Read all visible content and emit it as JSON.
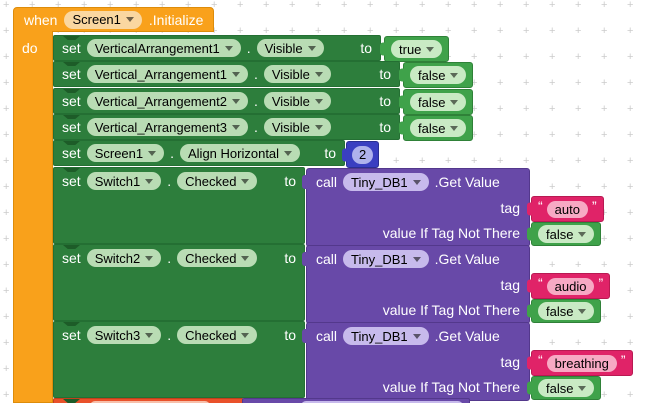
{
  "grid": {
    "glyph": "+"
  },
  "colors": {
    "event_orange": "#F9A11B",
    "setter_green": "#2D7E3C",
    "logic_green": "#3FA24A",
    "math_blue": "#3A3FC1",
    "call_purple": "#6849A8",
    "text_pink": "#E02368",
    "next_red": "#E9512A"
  },
  "quotes": {
    "open": "“",
    "close": "”"
  },
  "when_block": {
    "keyword": "when",
    "component": "Screen1",
    "event": ".Initialize",
    "do_label": "do"
  },
  "set_rows": [
    {
      "keyword": "set",
      "component": "VerticalArrangement1",
      "separator": ".",
      "property": "Visible",
      "to": "to",
      "value": "true"
    },
    {
      "keyword": "set",
      "component": "Vertical_Arrangement1",
      "separator": ".",
      "property": "Visible",
      "to": "to",
      "value": "false"
    },
    {
      "keyword": "set",
      "component": "Vertical_Arrangement2",
      "separator": ".",
      "property": "Visible",
      "to": "to",
      "value": "false"
    },
    {
      "keyword": "set",
      "component": "Vertical_Arrangement3",
      "separator": ".",
      "property": "Visible",
      "to": "to",
      "value": "false"
    },
    {
      "keyword": "set",
      "component": "Screen1",
      "separator": ".",
      "property": "Align Horizontal",
      "to": "to",
      "value": "2"
    }
  ],
  "switch_rows": [
    {
      "keyword": "set",
      "component": "Switch1",
      "separator": ".",
      "property": "Checked",
      "to": "to",
      "call": "call",
      "db_component": "Tiny_DB1",
      "method": ".Get Value",
      "tag_label": "tag",
      "tag_text": "auto",
      "fallback_label": "value If Tag Not There",
      "fallback_value": "false"
    },
    {
      "keyword": "set",
      "component": "Switch2",
      "separator": ".",
      "property": "Checked",
      "to": "to",
      "call": "call",
      "db_component": "Tiny_DB1",
      "method": ".Get Value",
      "tag_label": "tag",
      "tag_text": "audio",
      "fallback_label": "value If Tag Not There",
      "fallback_value": "false"
    },
    {
      "keyword": "set",
      "component": "Switch3",
      "separator": ".",
      "property": "Checked",
      "to": "to",
      "call": "call",
      "db_component": "Tiny_DB1",
      "method": ".Get Value",
      "tag_label": "tag",
      "tag_text": "breathing",
      "fallback_label": "value If Tag Not There",
      "fallback_value": "false"
    }
  ]
}
